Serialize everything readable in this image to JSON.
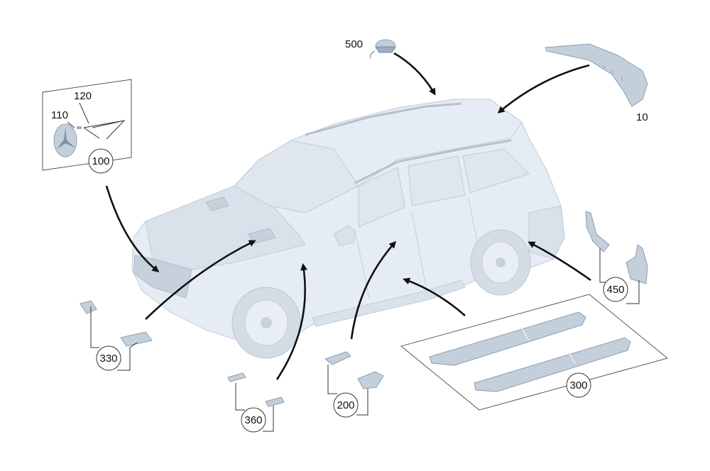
{
  "diagram": {
    "callouts": [
      {
        "id": "c100",
        "text": "100"
      },
      {
        "id": "c110",
        "text": "110"
      },
      {
        "id": "c120",
        "text": "120"
      },
      {
        "id": "c500",
        "text": "500"
      },
      {
        "id": "c10",
        "text": "10"
      },
      {
        "id": "c450",
        "text": "450"
      },
      {
        "id": "c330",
        "text": "330"
      },
      {
        "id": "c360",
        "text": "360"
      },
      {
        "id": "c200",
        "text": "200"
      },
      {
        "id": "c300",
        "text": "300"
      }
    ]
  },
  "colors": {
    "background": "#ffffff",
    "car_body": "#e6ecf3",
    "part": "#c3cfdb",
    "line": "#111111"
  }
}
